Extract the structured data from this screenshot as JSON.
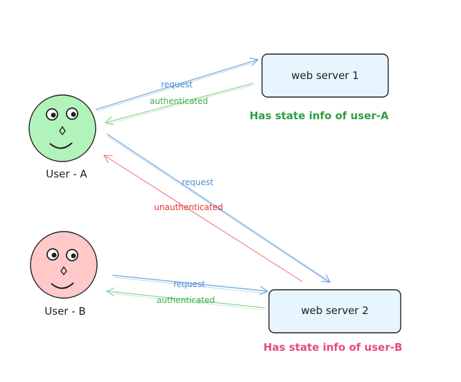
{
  "servers": {
    "server1": {
      "label": "web server 1",
      "state_note": "Has state info of user-A"
    },
    "server2": {
      "label": "web server 2",
      "state_note": "Has state info of user-B"
    }
  },
  "users": {
    "a": {
      "label": "User - A"
    },
    "b": {
      "label": "User - B"
    }
  },
  "arrows": {
    "a_to_s1_request": "request",
    "s1_to_a_authenticated": "authenticated",
    "a_to_s2_request": "request",
    "s2_to_a_unauthenticated": "unauthenticated",
    "b_to_s2_request": "request",
    "s2_to_b_authenticated": "authenticated"
  },
  "colors": {
    "request": "#4a8fd4",
    "authenticated": "#3fae4a",
    "unauthenticated": "#e03131",
    "state_a": "#2f9e44",
    "state_b": "#e64980",
    "user_a_fill": "#b2f2bb",
    "user_b_fill": "#ffc9c9",
    "server_fill": "#e7f5ff"
  }
}
